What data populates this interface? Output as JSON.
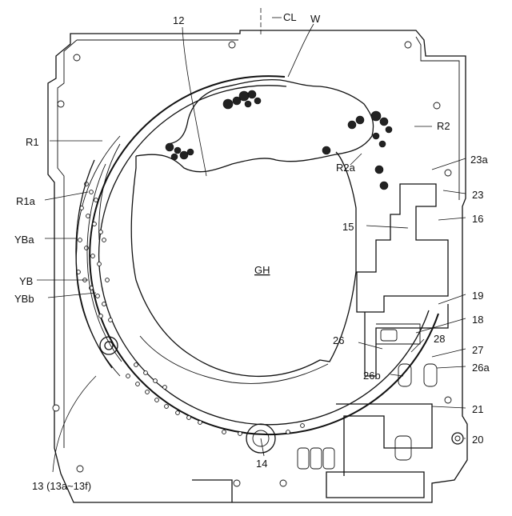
{
  "labels": {
    "cl": "CL",
    "w": "W",
    "n12": "12",
    "r1": "R1",
    "r1a": "R1a",
    "yba": "YBa",
    "yb": "YB",
    "ybb": "YBb",
    "gh": "GH",
    "r2": "R2",
    "r2a": "R2a",
    "n23a": "23a",
    "n23": "23",
    "n16": "16",
    "n15": "15",
    "n19": "19",
    "n18": "18",
    "n26": "26",
    "n28": "28",
    "n27": "27",
    "n26a": "26a",
    "n26b": "26b",
    "n21": "21",
    "n20": "20",
    "n14": "14",
    "n13": "13 (13a~13f)"
  }
}
